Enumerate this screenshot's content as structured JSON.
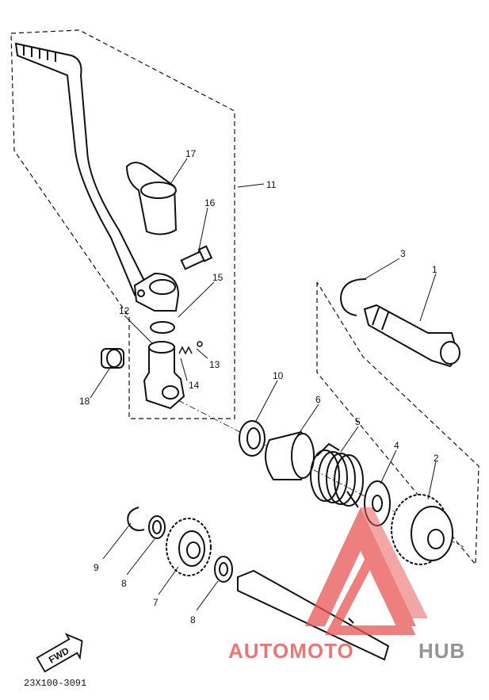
{
  "callouts": {
    "c1": "1",
    "c2": "2",
    "c3": "3",
    "c4": "4",
    "c5": "5",
    "c6": "6",
    "c7": "7",
    "c8a": "8",
    "c8b": "8",
    "c9": "9",
    "c10": "10",
    "c11": "11",
    "c12": "12",
    "c13": "13",
    "c14": "14",
    "c15": "15",
    "c16": "16",
    "c17": "17",
    "c18": "18"
  },
  "fwd_label": "FWD",
  "diagram_code": "23X100-3091",
  "watermark": {
    "part1": "AUTOMOTO",
    "part2": "HUB",
    "color_red": "#e85555",
    "color_gray": "#8a8a8a"
  },
  "colors": {
    "ink": "#111111",
    "paper": "#ffffff"
  }
}
